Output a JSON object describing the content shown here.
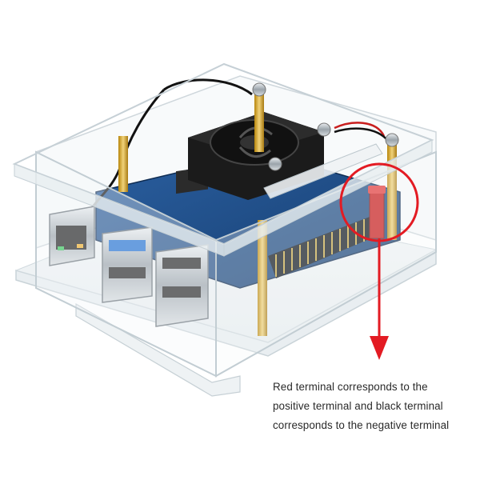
{
  "annotation": {
    "caption_lines": [
      "Red terminal corresponds to the",
      "positive terminal and black terminal",
      "corresponds to the negative terminal"
    ],
    "highlight_color": "#e31b23",
    "arrow_color": "#e31b23",
    "arrow_direction": "down"
  },
  "product": {
    "case_material": "clear acrylic",
    "fan_color": "#1a1a1a",
    "board_color": "#1f4f8c"
  }
}
